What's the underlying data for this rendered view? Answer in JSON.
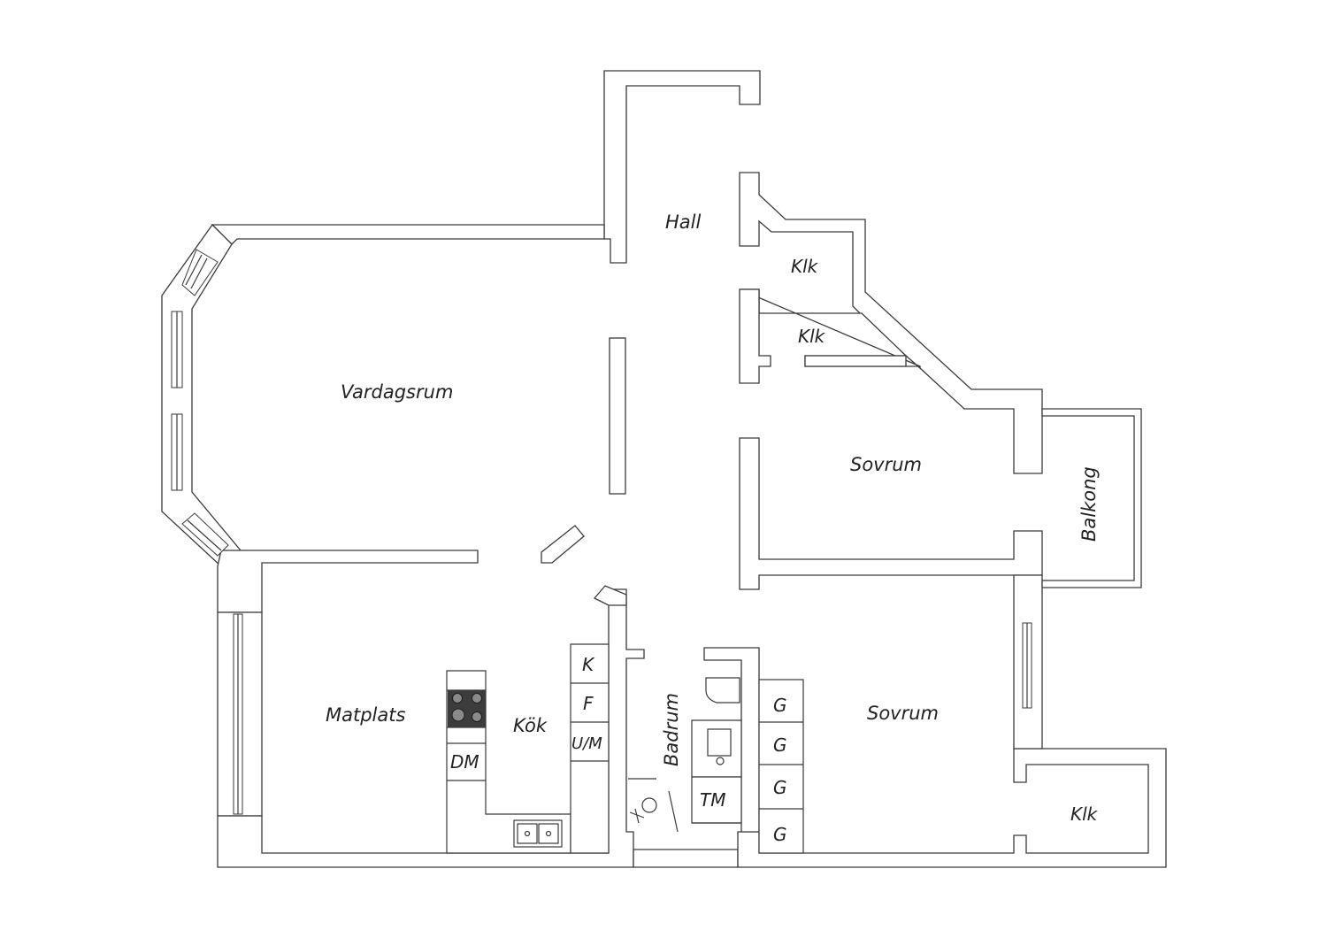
{
  "rooms": {
    "hall": "Hall",
    "closet_top": "Klk",
    "closet_mid": "Klk",
    "living_room": "Vardagsrum",
    "bedroom_upper": "Sovrum",
    "balcony": "Balkong",
    "dining": "Matplats",
    "kitchen": "Kök",
    "bathroom": "Badrum",
    "bedroom_lower": "Sovrum",
    "closet_bottom": "Klk"
  },
  "fixtures": {
    "fridge": "K",
    "freezer": "F",
    "oven_micro": "U/M",
    "dishwasher": "DM",
    "washer": "TM",
    "wardrobe_1": "G",
    "wardrobe_2": "G",
    "wardrobe_3": "G",
    "wardrobe_4": "G"
  },
  "colors": {
    "line": "#3a3a3a",
    "stove": "#3c3c3c"
  }
}
